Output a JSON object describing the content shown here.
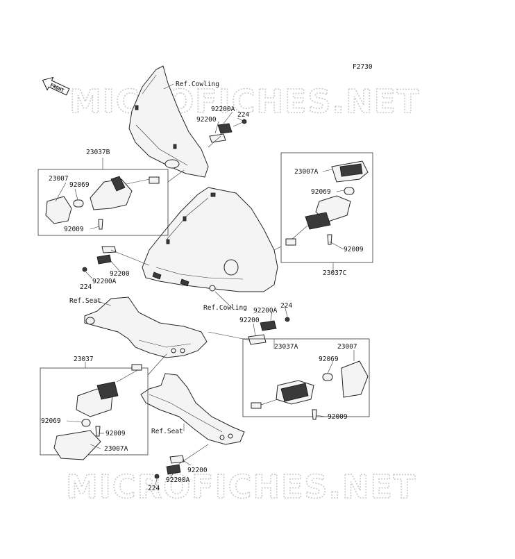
{
  "figure_code": "F2730",
  "front_marker": "FRONT",
  "watermark": "MICROFICHES.NET",
  "labels": {
    "ref_cowling_top": "Ref.Cowling",
    "ref_cowling_mid": "Ref.Cowling",
    "ref_seat_left": "Ref.Seat",
    "ref_seat_bottom": "Ref.Seat",
    "p92200a_top": "92200A",
    "p224_top": "224",
    "p92200_top": "92200",
    "p23037b": "23037B",
    "p23007_left": "23007",
    "p92069_left": "92069",
    "p92009_left": "92009",
    "p23007a_right": "23007A",
    "p92069_right": "92069",
    "p92009_right": "92009",
    "p23037c": "23037C",
    "p92200_midleft": "92200",
    "p224_midleft": "224",
    "p92200a_midleft": "92200A",
    "p92200a_midright": "92200A",
    "p224_midright": "224",
    "p92200_midright": "92200",
    "p23037a": "23037A",
    "p23007_lowright": "23007",
    "p92069_lowright": "92069",
    "p92009_lowright": "92009",
    "p23037": "23037",
    "p92069_lowleft": "92069",
    "p92009_lowleft": "92009",
    "p23007a_lowleft": "23007A",
    "p92200_bottom": "92200",
    "p92200a_bottom": "92200A",
    "p224_bottom": "224"
  }
}
